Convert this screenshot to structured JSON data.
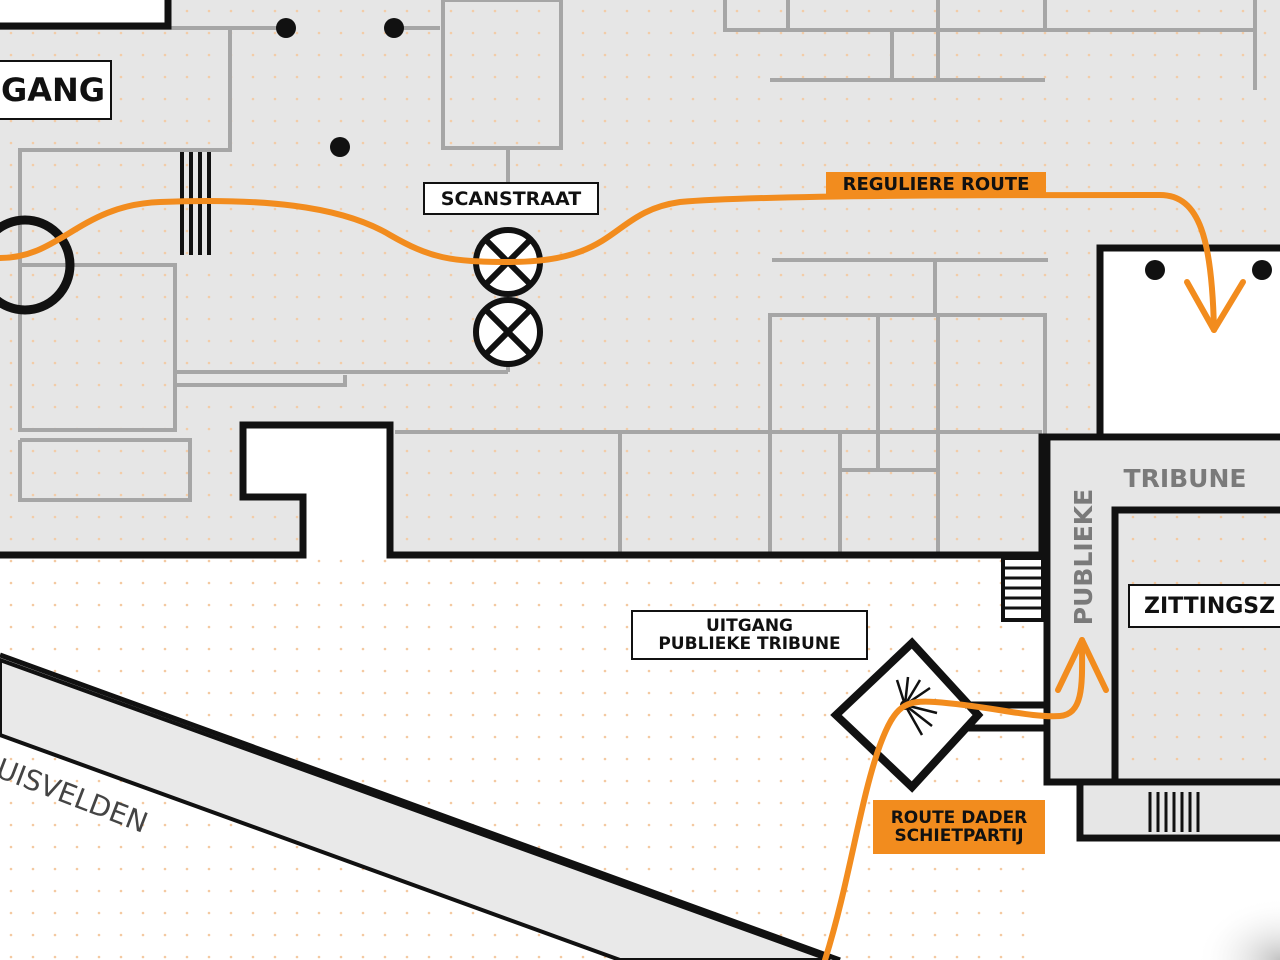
{
  "map": {
    "labels": {
      "ingang": "GANG",
      "scanstraat": "SCANSTRAAT",
      "reguliere_route": "REGULIERE ROUTE",
      "tribune": "TRIBUNE",
      "publieke": "PUBLIEKE",
      "zittingszaal": "ZITTINGSZ",
      "uitgang_line1": "UITGANG",
      "uitgang_line2": "PUBLIEKE TRIBUNE",
      "route_dader_line1": "ROUTE DADER",
      "route_dader_line2": "SCHIETPARTIJ",
      "street": "UISVELDEN"
    },
    "colors": {
      "route": "#f28c1e",
      "wall": "#111111",
      "interior_wall": "#a6a6a6",
      "floor": "#e6e6e6",
      "dots": "#f4c9a0"
    }
  }
}
